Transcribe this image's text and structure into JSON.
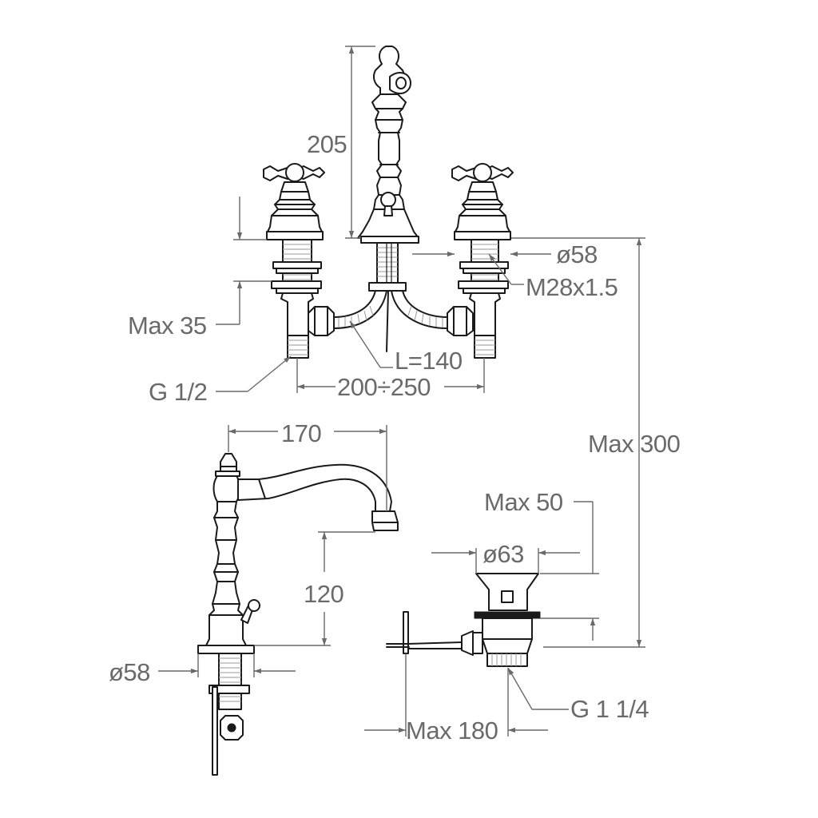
{
  "drawing": {
    "colors": {
      "line": "#1a1a1a",
      "dimension": "#6a6a6a",
      "background": "#ffffff"
    },
    "dimensions": {
      "spout_height": "205",
      "handle_height_max": "Max 35",
      "inlet_thread": "G 1/2",
      "hose_length": "L=140",
      "tap_spacing": "200÷250",
      "base_diameter_top": "ø58",
      "mount_thread": "M28x1.5",
      "total_max": "Max 300",
      "spout_reach": "170",
      "spout_clearance": "120",
      "base_diameter_side": "ø58",
      "waste_head_max": "Max 50",
      "waste_flange_diameter": "ø63",
      "waste_thread": "G 1 1/4",
      "waste_reach_max": "Max 180"
    }
  }
}
